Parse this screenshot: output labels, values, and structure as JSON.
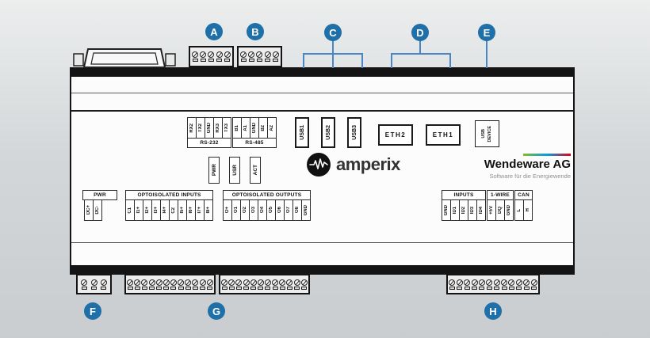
{
  "markers": {
    "a": "A",
    "b": "B",
    "c": "C",
    "d": "D",
    "e": "E",
    "f": "F",
    "g": "G",
    "h": "H"
  },
  "top_panel": {
    "rs232": {
      "label": "RS-232",
      "pins": [
        "RX2",
        "TX2",
        "GND",
        "RX3",
        "TX3"
      ]
    },
    "rs485": {
      "label": "RS-485",
      "pins": [
        "B1",
        "A1",
        "GND",
        "B2",
        "A2"
      ]
    },
    "usb_ports": [
      "USB1",
      "USB2",
      "USB3"
    ],
    "eth2_label": "ETH2",
    "eth1_label": "ETH1",
    "usb_device": {
      "line1": "USB",
      "line2": "DEVICE"
    }
  },
  "leds": [
    "PWR",
    "USR",
    "ACT"
  ],
  "branding": {
    "logo_text": "amperix",
    "company": "Wendeware AG",
    "tagline": "Software für die Energiewende",
    "accent_gradient": [
      "#86bc25",
      "#00a0e1",
      "#e2001a"
    ]
  },
  "io_panel": {
    "pwr": {
      "label": "PWR",
      "pins": [
        "DC+",
        "DC-"
      ]
    },
    "opto_inputs": {
      "label": "OPTOISOLATED INPUTS",
      "pins": [
        "C1",
        "I1+",
        "I2+",
        "I3+",
        "I4+",
        "C2",
        "I5+",
        "I6+",
        "I7+",
        "I8+"
      ]
    },
    "opto_outputs": {
      "label": "OPTOISOLATED OUTPUTS",
      "pins": [
        "O+",
        "O1",
        "O2",
        "O3",
        "O4",
        "O5",
        "O6",
        "O7",
        "O8",
        "GND"
      ]
    },
    "inputs": {
      "label": "INPUTS",
      "pins": [
        "GND",
        "ID1",
        "ID2",
        "ID3",
        "ID4"
      ]
    },
    "one_wire": {
      "label": "1-WIRE",
      "pins": [
        "+5V",
        "DQ",
        "GND"
      ]
    },
    "can": {
      "label": "CAN",
      "pins": [
        "L",
        "H"
      ]
    }
  },
  "terminal_blocks": {
    "a": 5,
    "b": 5,
    "f": 3,
    "g1": 12,
    "g2": 12,
    "h": 12
  },
  "colors": {
    "marker_blue": "#1f6fa8",
    "bracket_blue": "#4a86c4"
  }
}
